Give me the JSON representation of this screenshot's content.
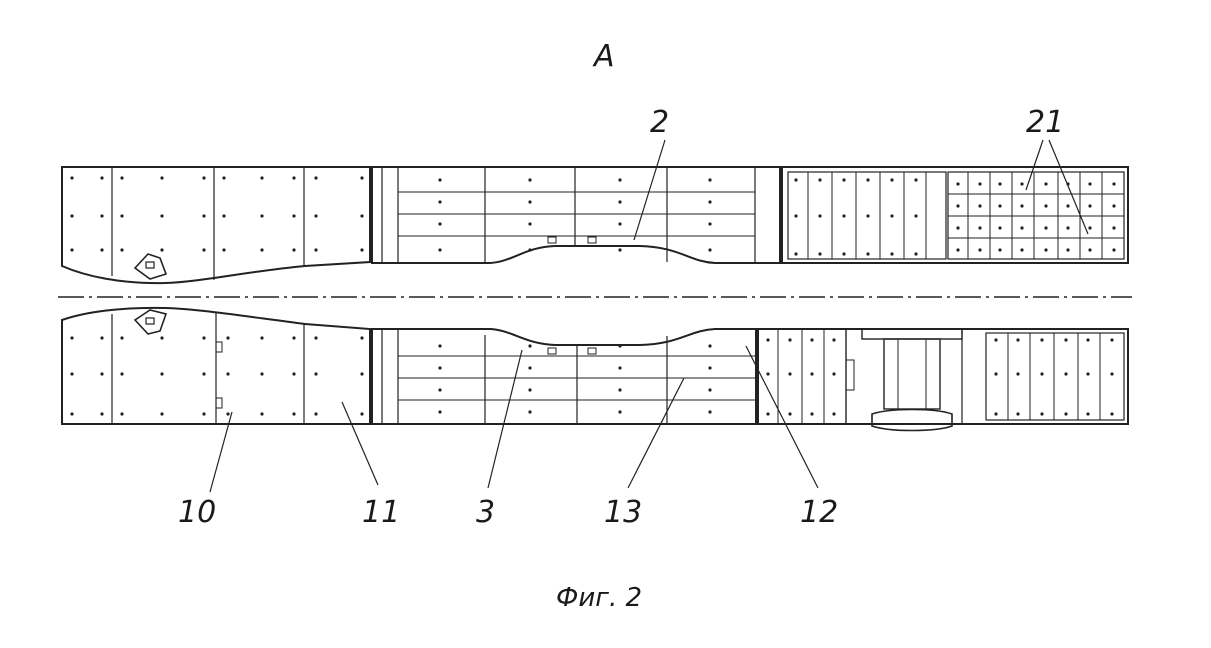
{
  "view_label": "A",
  "caption": "Фиг. 2",
  "callouts": {
    "c2": "2",
    "c21": "21",
    "c10": "10",
    "c11": "11",
    "c3": "3",
    "c13": "13",
    "c12": "12"
  }
}
